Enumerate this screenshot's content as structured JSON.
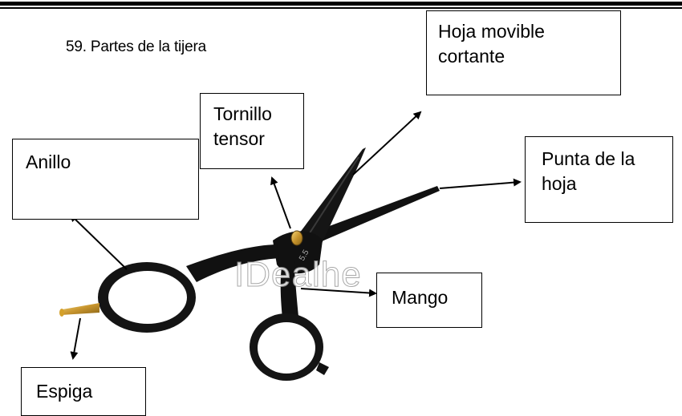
{
  "title": "59.  Partes de la tijera",
  "labels": {
    "hoja_movible": "Hoja movible\ncortante",
    "tornillo": "Tornillo\ntensor",
    "anillo": "Anillo",
    "punta": "Punta de la\nhoja",
    "mango": "Mango",
    "espiga": "Espiga"
  },
  "watermark": "IDealhe",
  "scissor_engraving": "5.5",
  "colors": {
    "scissor_body": "#111111",
    "screw": "#c8952e",
    "tang": "#d4a02a"
  }
}
